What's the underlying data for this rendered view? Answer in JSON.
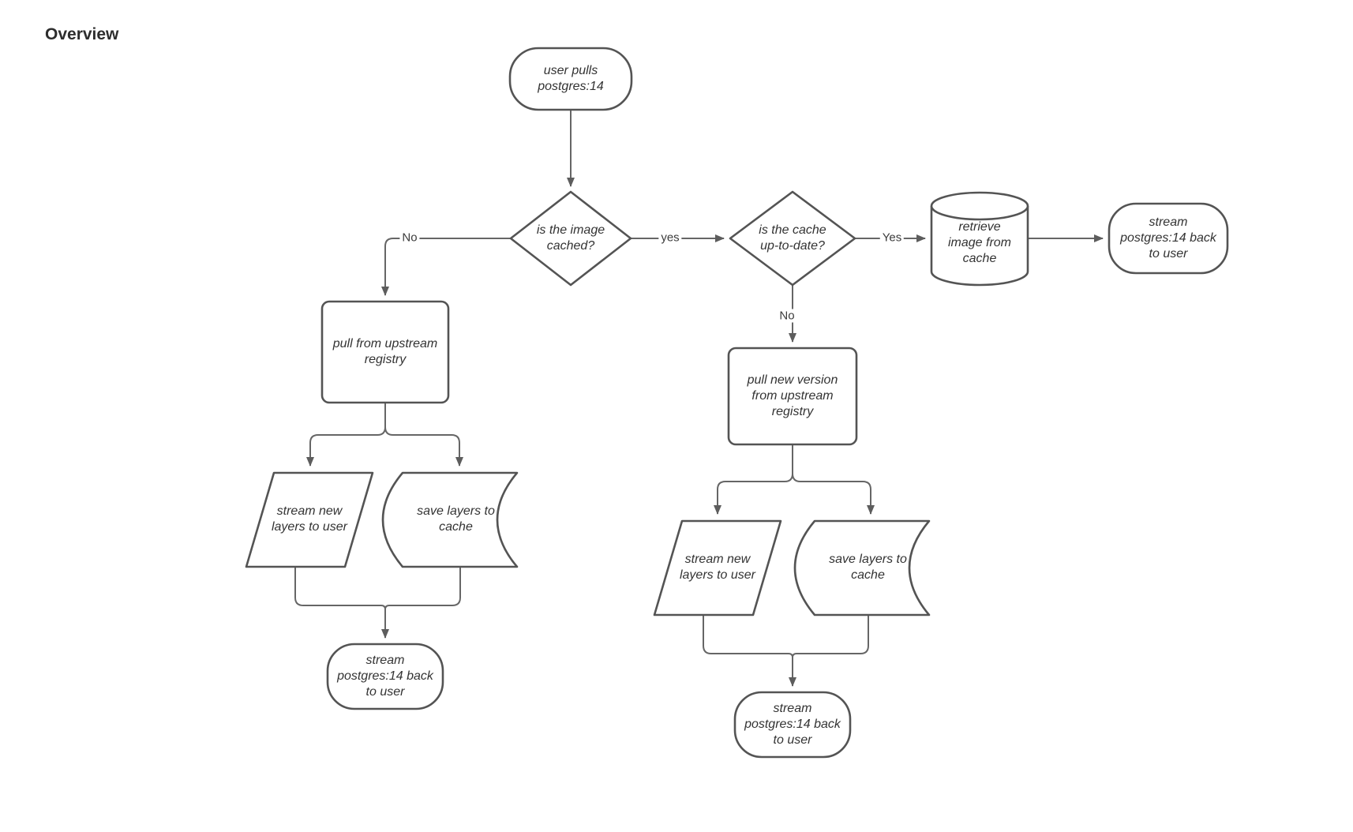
{
  "title": "Overview",
  "colors": {
    "shape_stroke": "#545454",
    "connector": "#666666",
    "fill": "#ffffff",
    "text": "#333333"
  },
  "nodes": {
    "start": {
      "type": "terminator",
      "label": "user pulls\npostgres:14"
    },
    "check_cached": {
      "type": "decision",
      "label": "is the image\ncached?"
    },
    "pull_upstream": {
      "type": "process",
      "label": "pull from upstream\nregistry"
    },
    "stream_layers_1": {
      "type": "input-output",
      "label": "stream new\nlayers to user"
    },
    "save_layers_1": {
      "type": "stored-data",
      "label": "save layers to\ncache"
    },
    "stream_back_1": {
      "type": "terminator",
      "label": "stream\npostgres:14 back\nto user"
    },
    "check_fresh": {
      "type": "decision",
      "label": "is the cache\nup-to-date?"
    },
    "retrieve_cache": {
      "type": "database",
      "label": "retrieve\nimage from\ncache"
    },
    "stream_back_2": {
      "type": "terminator",
      "label": "stream\npostgres:14 back\nto user"
    },
    "pull_new_version": {
      "type": "process",
      "label": "pull new version\nfrom upstream\nregistry"
    },
    "stream_layers_2": {
      "type": "input-output",
      "label": "stream new\nlayers to user"
    },
    "save_layers_2": {
      "type": "stored-data",
      "label": "save layers to\ncache"
    },
    "stream_back_3": {
      "type": "terminator",
      "label": "stream\npostgres:14 back\nto user"
    }
  },
  "edge_labels": {
    "image_cached_no": "No",
    "image_cached_yes": "yes",
    "cache_fresh_yes": "Yes",
    "cache_fresh_no": "No"
  },
  "edges": [
    {
      "from": "start",
      "to": "check_cached",
      "label": ""
    },
    {
      "from": "check_cached",
      "to": "pull_upstream",
      "label": "No"
    },
    {
      "from": "check_cached",
      "to": "check_fresh",
      "label": "yes"
    },
    {
      "from": "pull_upstream",
      "to": "stream_layers_1",
      "label": ""
    },
    {
      "from": "pull_upstream",
      "to": "save_layers_1",
      "label": ""
    },
    {
      "from": "stream_layers_1",
      "to": "stream_back_1",
      "label": ""
    },
    {
      "from": "save_layers_1",
      "to": "stream_back_1",
      "label": ""
    },
    {
      "from": "check_fresh",
      "to": "retrieve_cache",
      "label": "Yes"
    },
    {
      "from": "check_fresh",
      "to": "pull_new_version",
      "label": "No"
    },
    {
      "from": "retrieve_cache",
      "to": "stream_back_2",
      "label": ""
    },
    {
      "from": "pull_new_version",
      "to": "stream_layers_2",
      "label": ""
    },
    {
      "from": "pull_new_version",
      "to": "save_layers_2",
      "label": ""
    },
    {
      "from": "stream_layers_2",
      "to": "stream_back_3",
      "label": ""
    },
    {
      "from": "save_layers_2",
      "to": "stream_back_3",
      "label": ""
    }
  ]
}
